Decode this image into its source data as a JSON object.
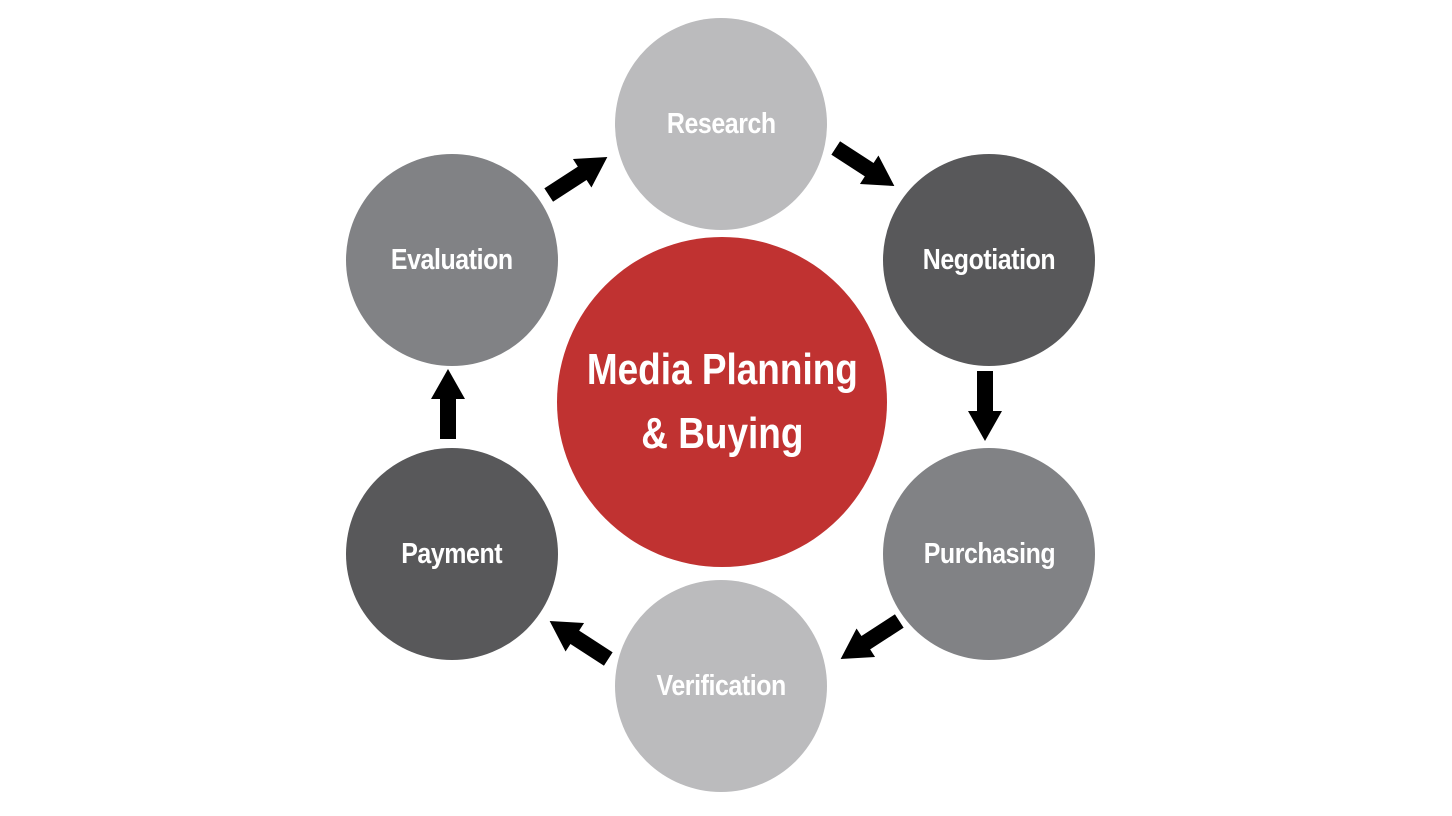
{
  "center": {
    "line1": "Media Planning",
    "line2": "& Buying",
    "color": "#c03231"
  },
  "stages": [
    {
      "label": "Research",
      "color": "#bbbbbd"
    },
    {
      "label": "Negotiation",
      "color": "#58585a"
    },
    {
      "label": "Purchasing",
      "color": "#818285"
    },
    {
      "label": "Verification",
      "color": "#bbbbbd"
    },
    {
      "label": "Payment",
      "color": "#58585a"
    },
    {
      "label": "Evaluation",
      "color": "#818285"
    }
  ],
  "arrow_color": "#000000"
}
